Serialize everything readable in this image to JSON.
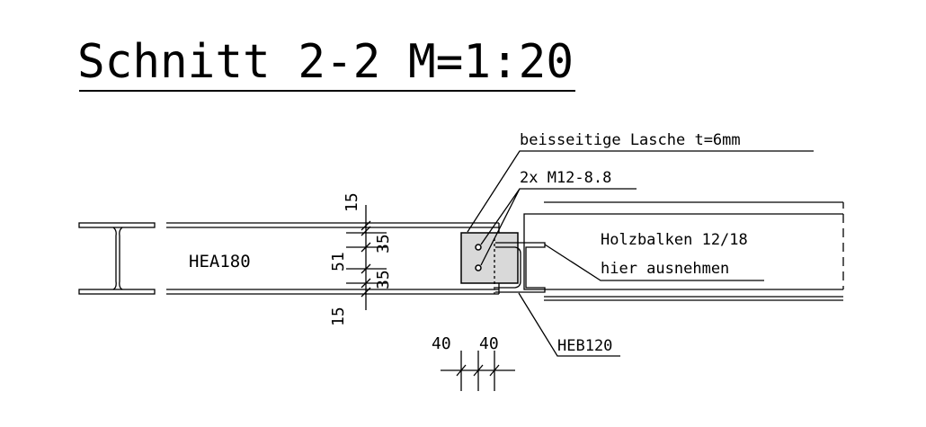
{
  "title": "Schnitt 2-2  M=1:20",
  "labels": {
    "hea": "HEA180",
    "lasche": "beisseitige Lasche  t=6mm",
    "bolts": "2x M12-8.8",
    "holz1": "Holzbalken 12/18",
    "holz2": "hier ausnehmen",
    "heb": "HEB120"
  },
  "dimensions": {
    "vertical": [
      "15",
      "35",
      "51",
      "35",
      "15"
    ],
    "horizontal": [
      "40",
      "40"
    ]
  },
  "colors": {
    "plate": "#d9d9d9",
    "line": "#000000"
  }
}
